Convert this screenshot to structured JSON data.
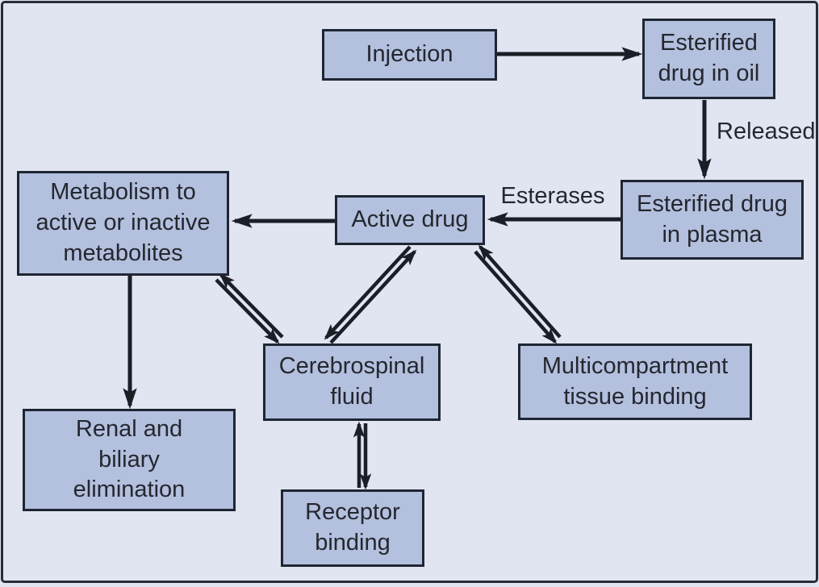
{
  "colors": {
    "bg": "#e1e4f1",
    "box-fill": "#b3c0de",
    "box-border": "#1f2633",
    "frame-border": "#272c39",
    "arrow": "#1b1e27",
    "text": "#25272f"
  },
  "nodes": {
    "injection": {
      "label": "Injection"
    },
    "oil": {
      "label": "Esterified\ndrug in oil"
    },
    "plasma": {
      "label": "Esterified drug\nin plasma"
    },
    "active": {
      "label": "Active drug"
    },
    "metabolism": {
      "label": "Metabolism to\nactive or inactive\nmetabolites"
    },
    "csf": {
      "label": "Cerebrospinal\nfluid"
    },
    "multicompartment": {
      "label": "Multicompartment\ntissue binding"
    },
    "renal": {
      "label": "Renal and\nbiliary\nelimination"
    },
    "receptor": {
      "label": "Receptor\nbinding"
    }
  },
  "arrow_labels": {
    "released": "Released",
    "esterases": "Esterases"
  }
}
